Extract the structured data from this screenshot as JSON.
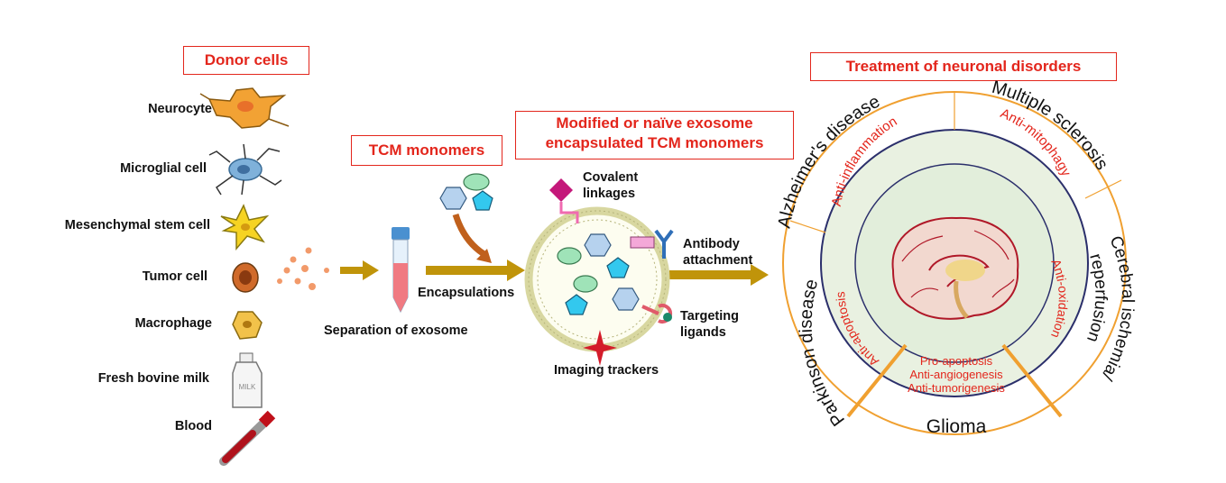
{
  "donor": {
    "title": "Donor cells",
    "items": [
      "Neurocyte",
      "Microglial cell",
      "Mesenchymal stem cell",
      "Tumor cell",
      "Macrophage",
      "Fresh bovine milk",
      "Blood"
    ]
  },
  "milk_label": "MILK",
  "tcm_title": "TCM monomers",
  "separation_label": "Separation of exosome",
  "encapsulation_label": "Encapsulations",
  "exosome": {
    "title_line1": "Modified or naïve exosome",
    "title_line2": "encapsulated TCM monomers",
    "covalent_line1": "Covalent",
    "covalent_line2": "linkages",
    "antibody_line1": "Antibody",
    "antibody_line2": "attachment",
    "targeting_line1": "Targeting",
    "targeting_line2": "ligands",
    "imaging": "Imaging trackers"
  },
  "treatment": {
    "title": "Treatment of neuronal disorders",
    "diseases": {
      "alzheimer": "Alzheimer's disease",
      "ms": "Multiple sclerosis",
      "cerebral": "Cerebral ischemia/",
      "reperfusion": "reperfusion",
      "parkinson": "Parkinson disease",
      "glioma": "Glioma"
    },
    "effects": {
      "inflammation": "Anti-inflammation",
      "mitophagy": "Anti-mitophagy",
      "oxidation": "Anti-oxidation",
      "apoptosis": "Anti-apoptosis",
      "pro_apoptosis": "Pro-apoptosis",
      "angiogenesis": "Anti-angiogenesis",
      "tumorigenesis": "Anti-tumorigenesis"
    }
  },
  "colors": {
    "red": "#e3261c",
    "arrow_gold": "#c0940a",
    "ring_orange": "#f0a030",
    "brown_arrow": "#c0601c",
    "navy_ring": "#2b2f6b"
  }
}
